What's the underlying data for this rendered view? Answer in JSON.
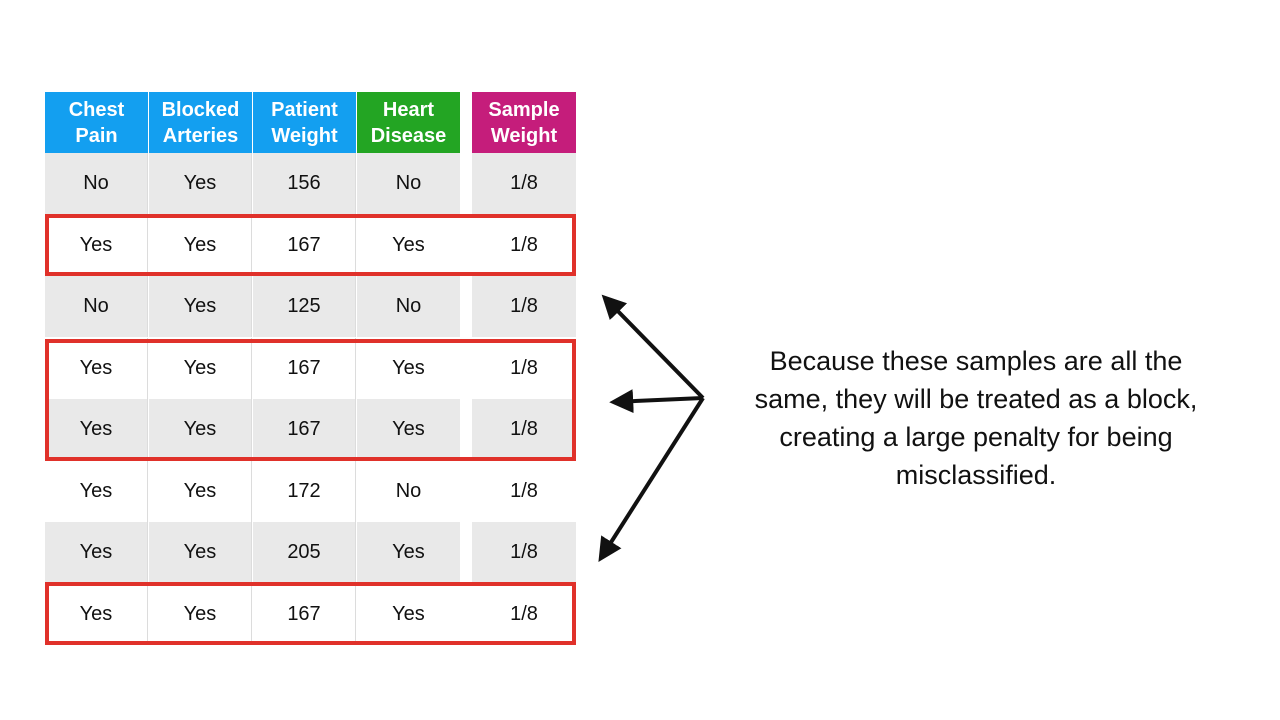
{
  "colors": {
    "header_blue": "#139ff0",
    "header_green": "#23a523",
    "header_magenta": "#c51d7b",
    "highlight_red": "#e0312a",
    "row_shade": "#e9e9e9"
  },
  "table": {
    "headers": [
      {
        "line1": "Chest",
        "line2": "Pain"
      },
      {
        "line1": "Blocked",
        "line2": "Arteries"
      },
      {
        "line1": "Patient",
        "line2": "Weight"
      },
      {
        "line1": "Heart",
        "line2": "Disease"
      },
      {
        "line1": "Sample",
        "line2": "Weight"
      }
    ],
    "rows": [
      [
        "No",
        "Yes",
        "156",
        "No",
        "1/8"
      ],
      [
        "Yes",
        "Yes",
        "167",
        "Yes",
        "1/8"
      ],
      [
        "No",
        "Yes",
        "125",
        "No",
        "1/8"
      ],
      [
        "Yes",
        "Yes",
        "167",
        "Yes",
        "1/8"
      ],
      [
        "Yes",
        "Yes",
        "167",
        "Yes",
        "1/8"
      ],
      [
        "Yes",
        "Yes",
        "172",
        "No",
        "1/8"
      ],
      [
        "Yes",
        "Yes",
        "205",
        "Yes",
        "1/8"
      ],
      [
        "Yes",
        "Yes",
        "167",
        "Yes",
        "1/8"
      ]
    ]
  },
  "annotation": {
    "line1": "Because these samples are all the",
    "line2": "same, they will be treated as a block,",
    "line3": "creating a large penalty for being",
    "line4": "misclassified."
  }
}
